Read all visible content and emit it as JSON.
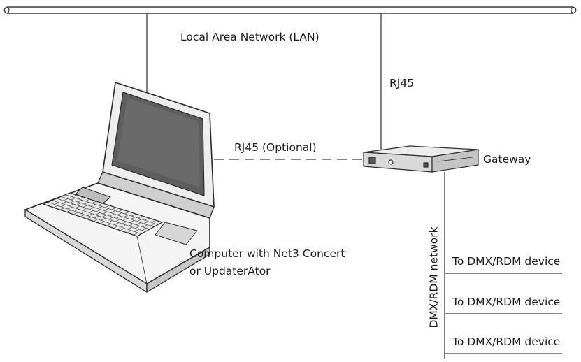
{
  "labels": {
    "lan": "Local Area Network (LAN)",
    "rj45": "RJ45",
    "rj45_optional": "RJ45 (Optional)",
    "gateway": "Gateway",
    "computer_line1": "Computer with Net3 Concert",
    "computer_line2": "or UpdaterAtor",
    "dmx_network": "DMX/RDM network",
    "devices": [
      "To DMX/RDM device",
      "To DMX/RDM device",
      "To DMX/RDM device"
    ]
  },
  "colors": {
    "line": "#3a3a3a",
    "text": "#1a1a1a",
    "laptop_screen": "#5e5e5e",
    "laptop_body": "#f4f4f4"
  }
}
